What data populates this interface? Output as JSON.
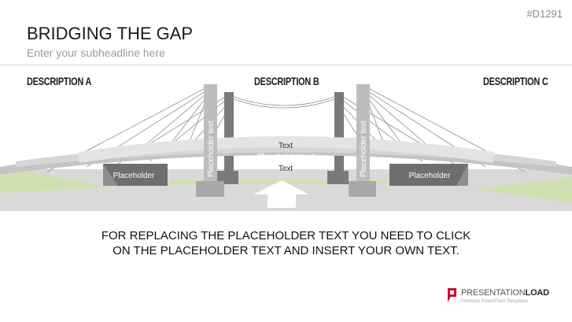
{
  "slide_code": "#D1291",
  "title": "BRIDGING THE GAP",
  "subtitle": "Enter your subheadline here",
  "descriptions": [
    "DESCRIPTION A",
    "DESCRIPTION B",
    "DESCRIPTION C"
  ],
  "bridge": {
    "pillar_left": "Placeholder text",
    "pillar_right": "Placeholder text",
    "deck_top": "Text",
    "deck_middle": "Placeholder text",
    "deck_bottom": "Text",
    "box_left": "Placeholder",
    "box_right": "Placeholder"
  },
  "instruction": [
    "FOR REPLACING THE PLACEHOLDER TEXT YOU NEED TO CLICK",
    "ON THE PLACEHOLDER TEXT  AND INSERT YOUR OWN TEXT."
  ],
  "brand": {
    "name_light": "PRESENTATION",
    "name_bold": "LOAD",
    "tagline": "Premium PowerPoint Templates"
  },
  "colors": {
    "green": "#cfe0b0",
    "deck": "#d6d6d6",
    "pillar": "#bdbdbd",
    "dark": "#7a7a7a",
    "brand_red": "#c8102e"
  }
}
